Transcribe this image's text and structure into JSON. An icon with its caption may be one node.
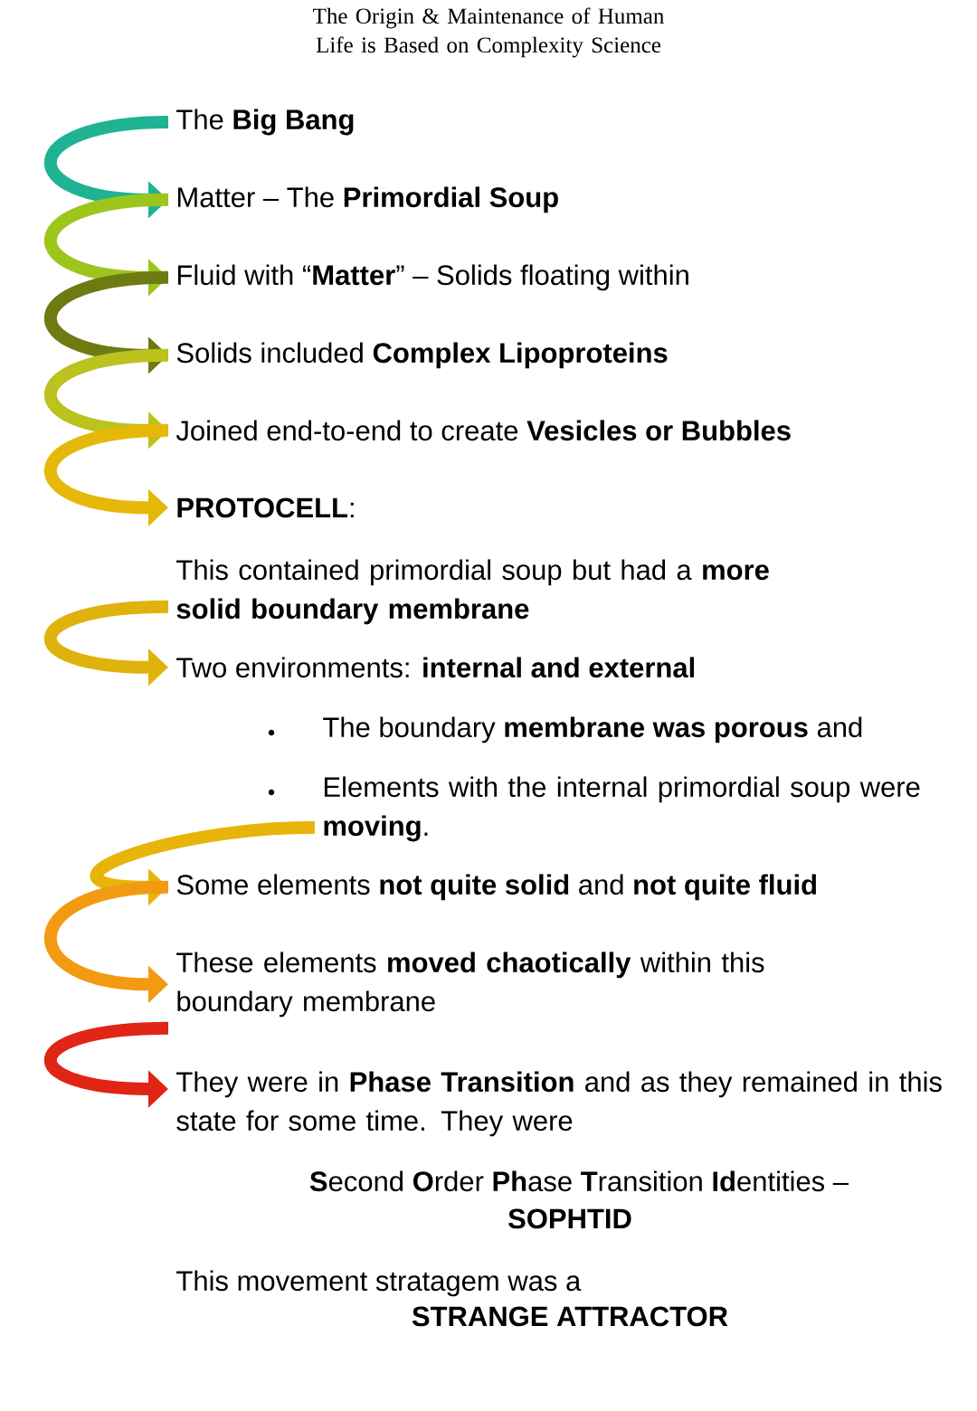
{
  "diagram": {
    "title": "The Origin & Maintenance of Human Life is Based on Complexity Science",
    "nodes": [
      {
        "text": [
          "The **Big Bang**"
        ]
      },
      {
        "text": [
          "Matter – The **Primordial Soup**"
        ]
      },
      {
        "text": [
          "Fluid with “**Matter**” – Solids floating within"
        ]
      },
      {
        "text": [
          "Solids included **Complex Lipoproteins**"
        ]
      },
      {
        "text": [
          "Joined end-to-end to create **Vesicles or Bubbles**"
        ]
      },
      {
        "text": [
          "**PROTOCELL**:"
        ]
      },
      {
        "text": [
          "This contained primordial soup but had a **more solid boundary membrane**"
        ]
      },
      {
        "text": [
          "Two environments: **internal and external**"
        ]
      },
      {
        "text": [
          "The boundary **membrane was porous** and"
        ]
      },
      {
        "text": [
          "Elements with the internal primordial soup were **moving**."
        ]
      },
      {
        "text": [
          "Some elements **not quite solid** and **not quite fluid**"
        ]
      },
      {
        "text": [
          "These elements **moved chaotically** within this boundary membrane"
        ]
      },
      {
        "text": [
          "They were in **Phase Transition** and as they remained in this state for some time. They were"
        ]
      }
    ],
    "edges": [
      {
        "from": 0,
        "to": 1,
        "arrow": "to",
        "color": "#1fb394"
      },
      {
        "from": 1,
        "to": 2,
        "arrow": "to",
        "color": "#9cc61c"
      },
      {
        "from": 2,
        "to": 3,
        "arrow": "to",
        "color": "#6e7a12"
      },
      {
        "from": 3,
        "to": 4,
        "arrow": "to",
        "color": "#bcc21e"
      },
      {
        "from": 4,
        "to": 5,
        "arrow": "to",
        "color": "#e6b80a"
      },
      {
        "from": 6,
        "to": 7,
        "arrow": "to",
        "color": "#e0b20c"
      },
      {
        "from": 9,
        "to": 10,
        "arrow": "to",
        "color": "#e8b40a"
      },
      {
        "from": 10,
        "to": 11,
        "arrow": "to",
        "color": "#f29a12"
      },
      {
        "from": 11,
        "to": 12,
        "arrow": "to",
        "color": "#e02416"
      }
    ],
    "labels": [
      "**S**econd **O**rder **Ph**ase **T**ransition **Id**entities –",
      "SOPHTID",
      "This movement stratagem was a",
      "STRANGE ATTRACTOR"
    ]
  }
}
